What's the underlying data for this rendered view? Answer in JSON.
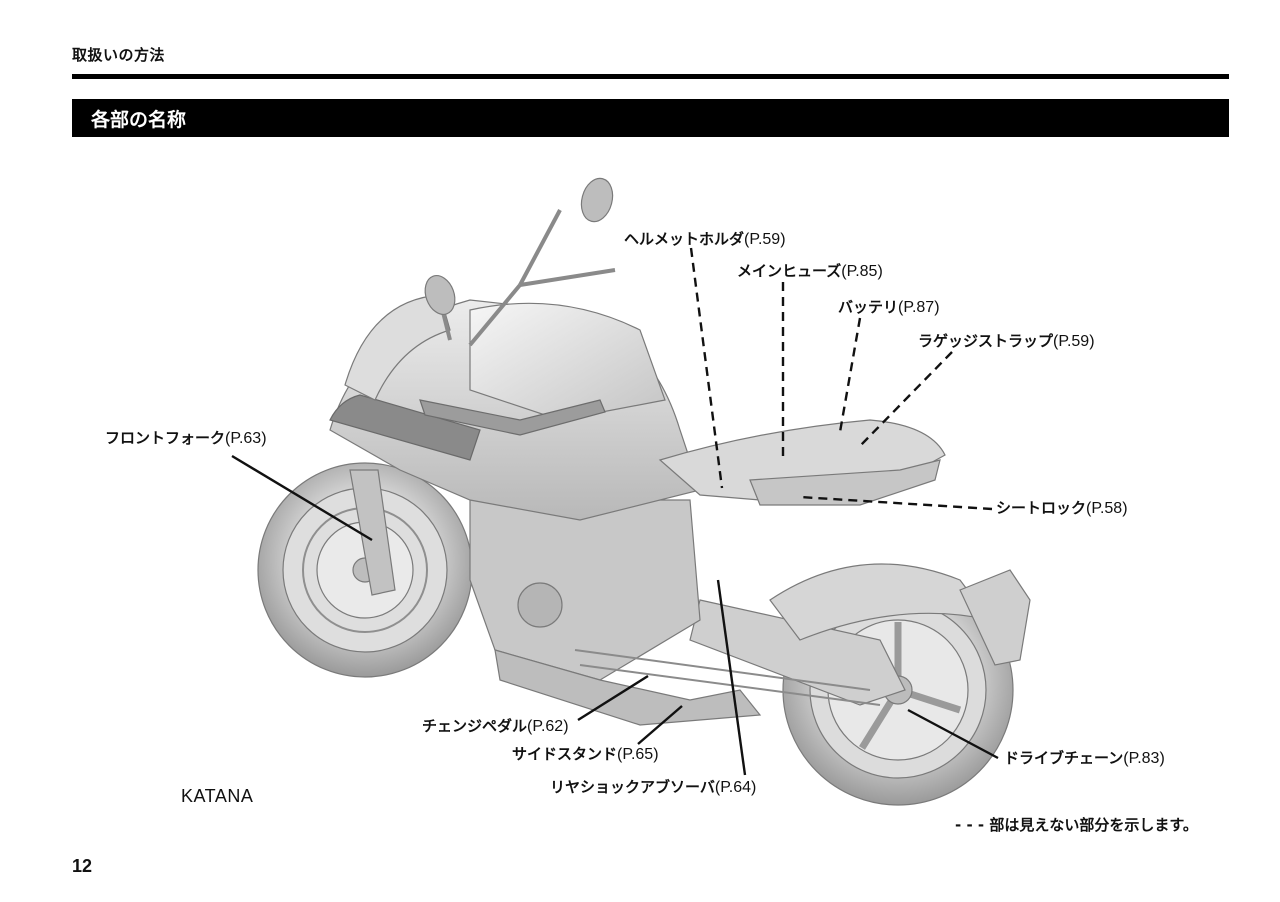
{
  "header": {
    "section": "取扱いの方法",
    "heading": "各部の名称"
  },
  "colors": {
    "ink": "#111111",
    "heading_bg": "#000000",
    "heading_fg": "#ffffff"
  },
  "labels": [
    {
      "id": "front-fork",
      "name": "フロントフォーク",
      "page": "(P.63)"
    },
    {
      "id": "helmet-holder",
      "name": "ヘルメットホルダ",
      "page": "(P.59)"
    },
    {
      "id": "main-fuse",
      "name": "メインヒューズ",
      "page": "(P.85)"
    },
    {
      "id": "battery",
      "name": "バッテリ",
      "page": "(P.87)"
    },
    {
      "id": "luggage-strap",
      "name": "ラゲッジストラップ",
      "page": "(P.59)"
    },
    {
      "id": "seat-lock",
      "name": "シートロック",
      "page": "(P.58)"
    },
    {
      "id": "gearshift-pedal",
      "name": "チェンジペダル",
      "page": "(P.62)"
    },
    {
      "id": "side-stand",
      "name": "サイドスタンド",
      "page": "(P.65)"
    },
    {
      "id": "rear-shock",
      "name": "リヤショックアブソーバ",
      "page": "(P.64)"
    },
    {
      "id": "drive-chain",
      "name": "ドライブチェーン",
      "page": "(P.83)"
    }
  ],
  "model": "KATANA",
  "note": "- - - 部は見えない部分を示します。",
  "page_number": "12"
}
